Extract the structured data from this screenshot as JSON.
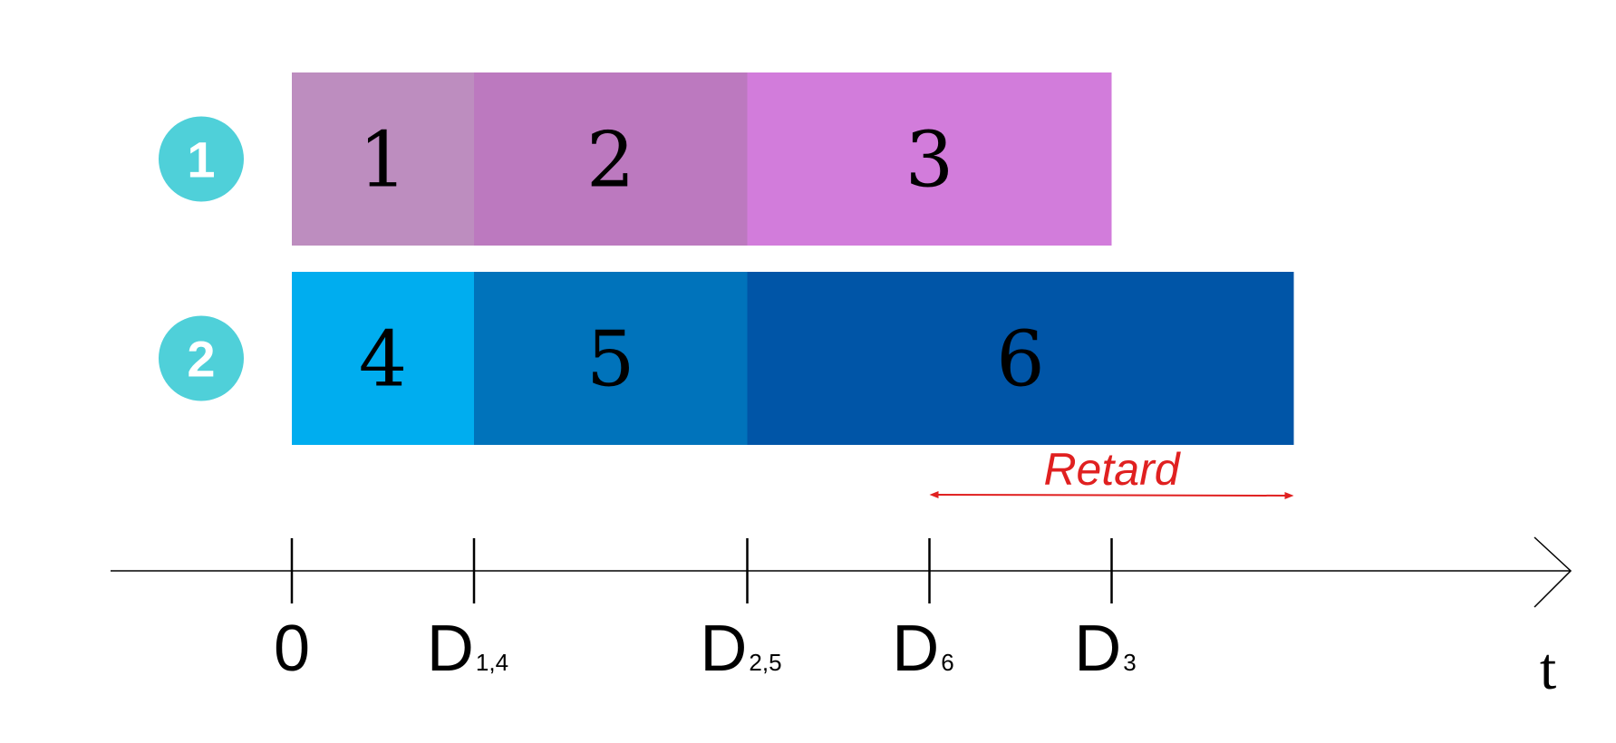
{
  "colors": {
    "badge": "#4fd0d9",
    "axis": "#000000",
    "annotation": "#e02020"
  },
  "machines": [
    {
      "label": "1",
      "tasks": [
        {
          "label": "1",
          "start": 0,
          "end": 1,
          "color": "#bd8dbf"
        },
        {
          "label": "2",
          "start": 1,
          "end": 2.5,
          "color": "#bc79bf"
        },
        {
          "label": "3",
          "start": 2.5,
          "end": 4.5,
          "color": "#d27cdb"
        }
      ]
    },
    {
      "label": "2",
      "tasks": [
        {
          "label": "4",
          "start": 0,
          "end": 1,
          "color": "#00adef"
        },
        {
          "label": "5",
          "start": 1,
          "end": 2.5,
          "color": "#0073bb"
        },
        {
          "label": "6",
          "start": 2.5,
          "end": 5.5,
          "color": "#0055a7"
        }
      ]
    }
  ],
  "axis": {
    "label": "t",
    "ticks": [
      {
        "value": 0,
        "main": "0",
        "sub": ""
      },
      {
        "value": 1,
        "main": "D",
        "sub": "1,4"
      },
      {
        "value": 2.5,
        "main": "D",
        "sub": "2,5"
      },
      {
        "value": 3.5,
        "main": "D",
        "sub": "6"
      },
      {
        "value": 4.5,
        "main": "D",
        "sub": "3"
      }
    ]
  },
  "annotation": {
    "text": "Retard",
    "from": 3.5,
    "to": 5.5
  }
}
